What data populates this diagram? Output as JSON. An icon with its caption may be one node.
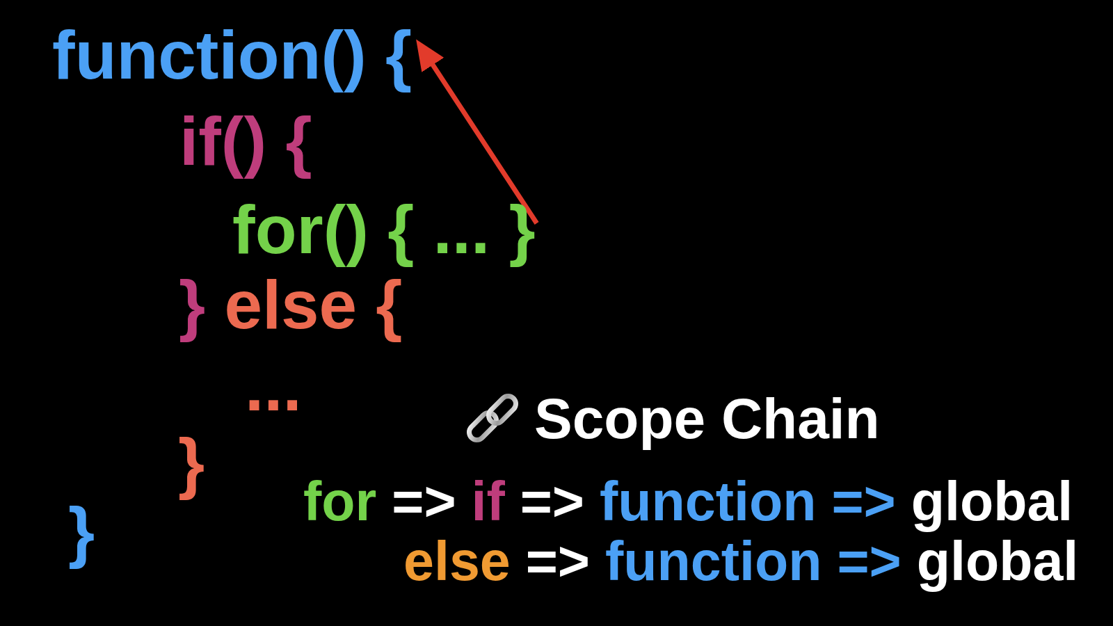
{
  "diagram": {
    "nodes": [
      {
        "text": [
          "function() {"
        ]
      },
      {
        "text": [
          "for() { ... }"
        ]
      }
    ],
    "edges": [
      {
        "from": 1,
        "to": 0,
        "arrow": "to",
        "color": "#e23b2b"
      }
    ],
    "labels": [
      "if() {",
      "} else {",
      "...",
      "}",
      "}",
      "Scope Chain",
      "for => if => function => global",
      "else => function => global"
    ]
  }
}
